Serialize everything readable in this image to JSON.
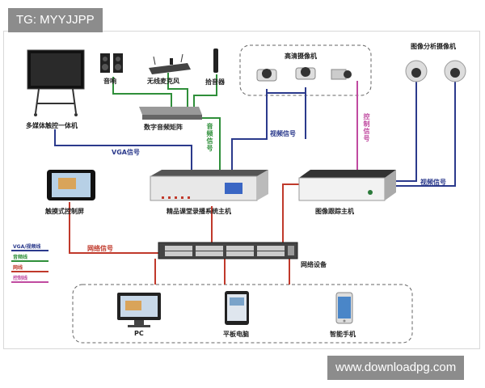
{
  "watermark_top": "TG: MYYJJPP",
  "watermark_bottom": "www.downloadpg.com",
  "devices": {
    "touch_display": "多媒体触控一体机",
    "speaker": "音响",
    "wireless_mic": "无线麦克风",
    "pickup": "拾音器",
    "audio_matrix": "数字音频矩阵",
    "hd_cameras": "高清摄像机",
    "analysis_cameras": "图像分析摄像机",
    "touch_screen": "触摸式控制屏",
    "recorder_host": "精品课堂录播系统主机",
    "tracking_host": "图像跟踪主机",
    "network_device": "网络设备",
    "pc": "PC",
    "tablet": "平板电脑",
    "phone": "智能手机"
  },
  "signals": {
    "vga": "VGA信号",
    "audio": "音频信号",
    "video": "视频信号",
    "control": "控制信号",
    "video2": "视频信号",
    "network": "网络信号"
  },
  "legend": [
    {
      "label": "VGA/视频线",
      "color": "#2b3a8c"
    },
    {
      "label": "音频线",
      "color": "#2f8f3a"
    },
    {
      "label": "网线",
      "color": "#c0392b"
    },
    {
      "label": "控制线",
      "color": "#c04aa0"
    }
  ]
}
